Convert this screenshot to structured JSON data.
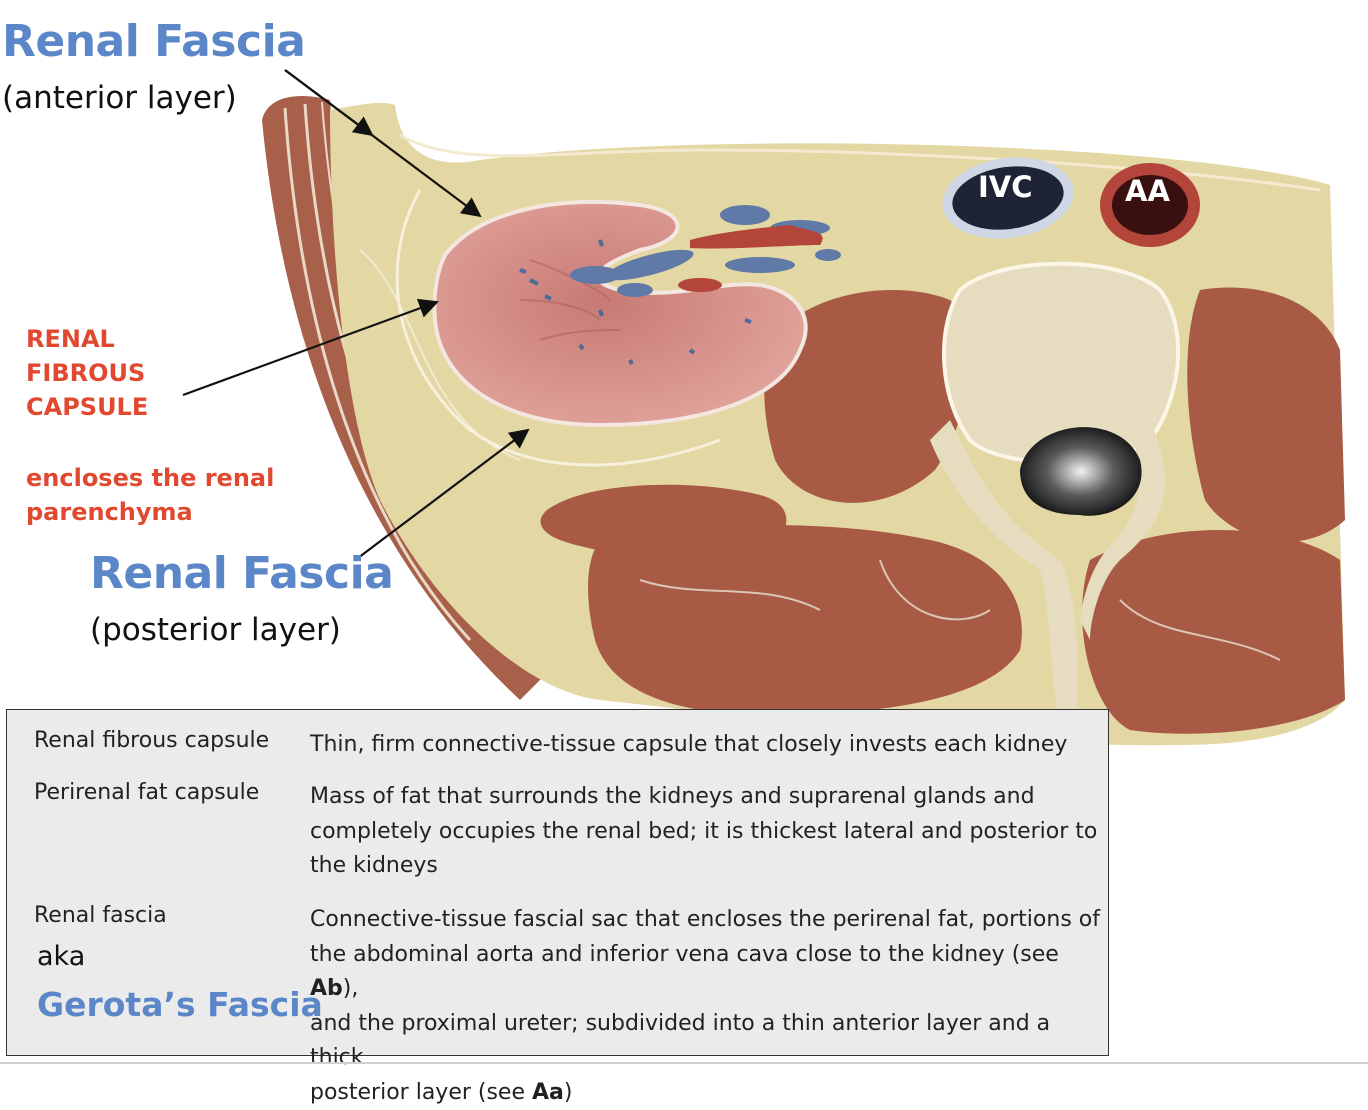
{
  "labels": {
    "fascia_anterior_title": "Renal Fascia",
    "fascia_anterior_sub": "(anterior layer)",
    "capsule_line1": "RENAL",
    "capsule_line2": "FIBROUS",
    "capsule_line3": "CAPSULE",
    "capsule_note1": "encloses the renal",
    "capsule_note2": "parenchyma",
    "fascia_posterior_title": "Renal Fascia",
    "fascia_posterior_sub": "(posterior layer)",
    "ivc": "IVC",
    "aa": "AA"
  },
  "table": {
    "rows": [
      {
        "term": "Renal fibrous capsule",
        "desc": "Thin, firm connective-tissue capsule that closely invests each kidney"
      },
      {
        "term": "Perirenal fat capsule",
        "desc_lines": [
          "Mass of fat that surrounds the kidneys and suprarenal glands and",
          "completely occupies the renal bed; it is thickest lateral and posterior to",
          "the kidneys"
        ]
      },
      {
        "term": "Renal fascia",
        "aka": "aka",
        "alias": "Gerota’s Fascia",
        "desc_l1": "Connective-tissue fascial sac that encloses the perirenal fat, portions of",
        "desc_l2a": "the abdominal aorta and inferior vena cava close to the kidney (see ",
        "desc_l2b": "Ab",
        "desc_l2c": "),",
        "desc_l3": "and the proximal ureter; subdivided into a thin anterior layer and a thick",
        "desc_l4a": "posterior layer (see ",
        "desc_l4b": "Aa",
        "desc_l4c": ")"
      }
    ]
  },
  "colors": {
    "label_blue": "#5b87c9",
    "label_red": "#e0492f",
    "fat_yellow": "#e3d7a3",
    "muscle_red": "#a85a45",
    "kidney_pink": "#d99790",
    "vein_blue": "#5f7aa6",
    "artery_red": "#b4453a",
    "bone": "#e6dcbf"
  }
}
